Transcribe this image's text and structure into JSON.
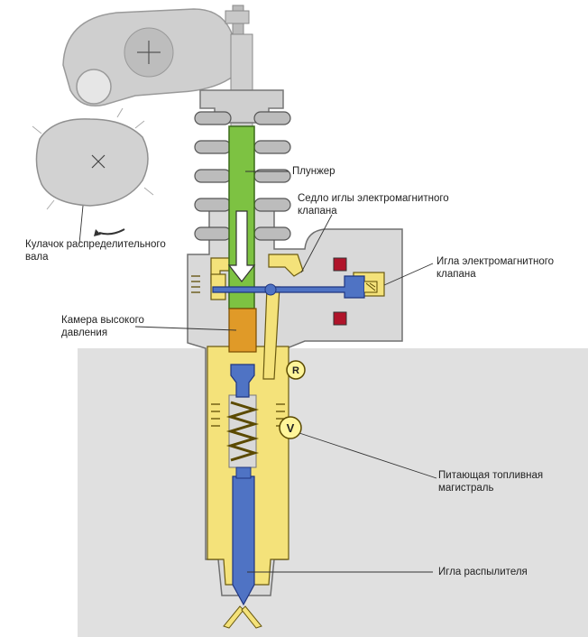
{
  "labels": {
    "plunger": "Плунжер",
    "needle_seat": "Седло иглы электромагнитного\nклапана",
    "solenoid_needle": "Игла электромагнитного\nклапана",
    "camshaft_cam": "Кулачок распределительного\nвала",
    "hp_chamber": "Камера высокого\nдавления",
    "supply_line": "Питающая топливная\nмагистраль",
    "nozzle_needle": "Игла распылителя"
  },
  "markers": {
    "r": "R",
    "v": "V"
  },
  "colors": {
    "plunger": "#7dc242",
    "hp_chamber": "#e09a28",
    "fuel": "#f4e27a",
    "needle": "#4f73c4",
    "coil": "#b0142a",
    "housing": "#d9d9d9",
    "engine_block": "#e0e0e0",
    "rocker": "#cfcfcf"
  }
}
